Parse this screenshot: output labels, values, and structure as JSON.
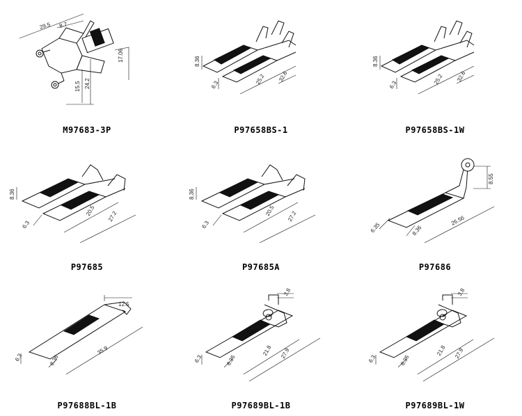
{
  "parts": [
    {
      "name": "M97683-3P",
      "dims": [
        "29.5",
        "8.7",
        "17.06",
        "15.5",
        "24.2"
      ]
    },
    {
      "name": "P97658BS-1",
      "dims": [
        "8.36",
        "6.3",
        "25.2",
        "32.6"
      ]
    },
    {
      "name": "P97658BS-1W",
      "dims": [
        "8.36",
        "6.3",
        "25.2",
        "32.6"
      ]
    },
    {
      "name": "P97685",
      "dims": [
        "8.36",
        "6.3",
        "20.5",
        "27.2"
      ]
    },
    {
      "name": "P97685A",
      "dims": [
        "8.36",
        "6.3",
        "20.5",
        "27.2"
      ]
    },
    {
      "name": "P97686",
      "dims": [
        "8.55",
        "6.35",
        "8.36",
        "26.56"
      ]
    },
    {
      "name": "P97688BL-1B",
      "dims": [
        "12.5",
        "6.3",
        "8.36",
        "35.9"
      ]
    },
    {
      "name": "P97689BL-1B",
      "dims": [
        "3.8",
        "6.3",
        "8.36",
        "21.8",
        "27.9"
      ]
    },
    {
      "name": "P97689BL-1W",
      "dims": [
        "3.8",
        "6.3",
        "8.36",
        "21.8",
        "27.9"
      ]
    }
  ]
}
